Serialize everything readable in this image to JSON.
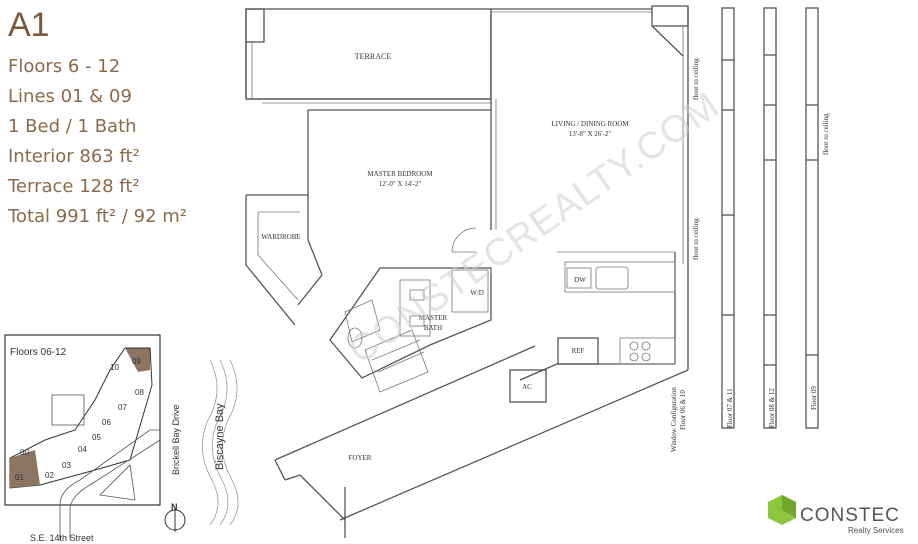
{
  "unit": {
    "title": "A1",
    "floors": "Floors 6 - 12",
    "lines": "Lines 01 & 09",
    "beds": "1 Bed / 1 Bath",
    "interior": "Interior 863 ft²",
    "terrace": "Terrace 128 ft²",
    "total": "Total 991 ft² / 92 m²"
  },
  "rooms": {
    "terrace": "TERRACE",
    "living": "LIVING  / DINING ROOM",
    "living_dim": "13'-8\" X 26'-2\"",
    "bedroom": "MASTER BEDROOM",
    "bedroom_dim": "12'-0\" X 14'-2\"",
    "wardrobe": "WARDROBE",
    "wd": "W/D",
    "bath_1": "MASTER",
    "bath_2": "BATH",
    "dw": "DW",
    "ref": "REF",
    "ac": "AC",
    "foyer": "FOYER"
  },
  "windows": {
    "floor_to_ceiling": "floor to ceiling",
    "config_1": "Window Configuration",
    "config_2": "Floor 06 & 10",
    "floor_07_11": "Floor 07 & 11",
    "floor_08_12": "Floor 08 & 12",
    "floor_09": "Floor 09"
  },
  "keyplan": {
    "title": "Floors 06-12",
    "units": [
      "01",
      "02",
      "03",
      "04",
      "05",
      "06",
      "07",
      "08",
      "09",
      "10",
      "00"
    ],
    "street_1": "Brickell Bay Drive",
    "street_2": "Biscayne Bay",
    "street_3": "S.E. 14th Street",
    "north": "N"
  },
  "watermark": "CONSTECREALTY.COM",
  "logo": {
    "name": "CONSTEC",
    "sub": "Realty Services"
  },
  "colors": {
    "accent": "#7a5a3c",
    "highlight": "#8b7563",
    "logo_green": "#8cc63f"
  }
}
